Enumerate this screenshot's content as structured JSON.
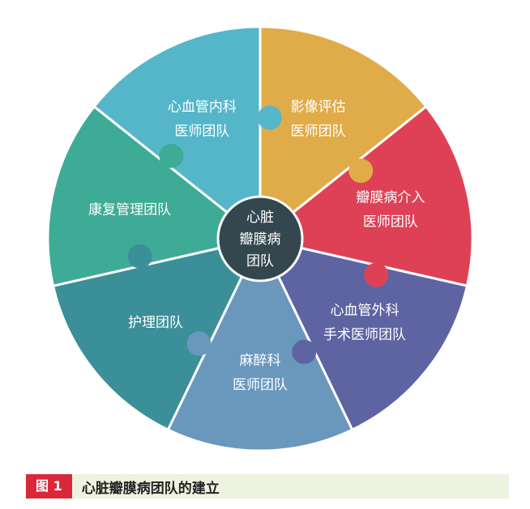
{
  "diagram": {
    "center": {
      "lines": [
        "心脏",
        "瓣膜病",
        "团队"
      ],
      "color": "#34474f"
    },
    "segments": [
      {
        "id": "imaging",
        "lines": [
          "影像评估",
          "医师团队"
        ],
        "color": "#e0ac4a"
      },
      {
        "id": "valve-intervention",
        "lines": [
          "瓣膜病介入",
          "医师团队"
        ],
        "color": "#de4156"
      },
      {
        "id": "cardiac-surgery",
        "lines": [
          "心血管外科",
          "手术医师团队"
        ],
        "color": "#5e64a2"
      },
      {
        "id": "anesthesia",
        "lines": [
          "麻醉科",
          "医师团队"
        ],
        "color": "#6a97bc"
      },
      {
        "id": "nursing",
        "lines": [
          "护理团队"
        ],
        "color": "#3b8f98"
      },
      {
        "id": "rehab",
        "lines": [
          "康复管理团队"
        ],
        "color": "#3eab96"
      },
      {
        "id": "cardiology",
        "lines": [
          "心血管内科",
          "医师团队"
        ],
        "color": "#56b6c9"
      }
    ]
  },
  "caption": {
    "figure_label": "图 1",
    "text": "心脏瓣膜病团队的建立"
  }
}
